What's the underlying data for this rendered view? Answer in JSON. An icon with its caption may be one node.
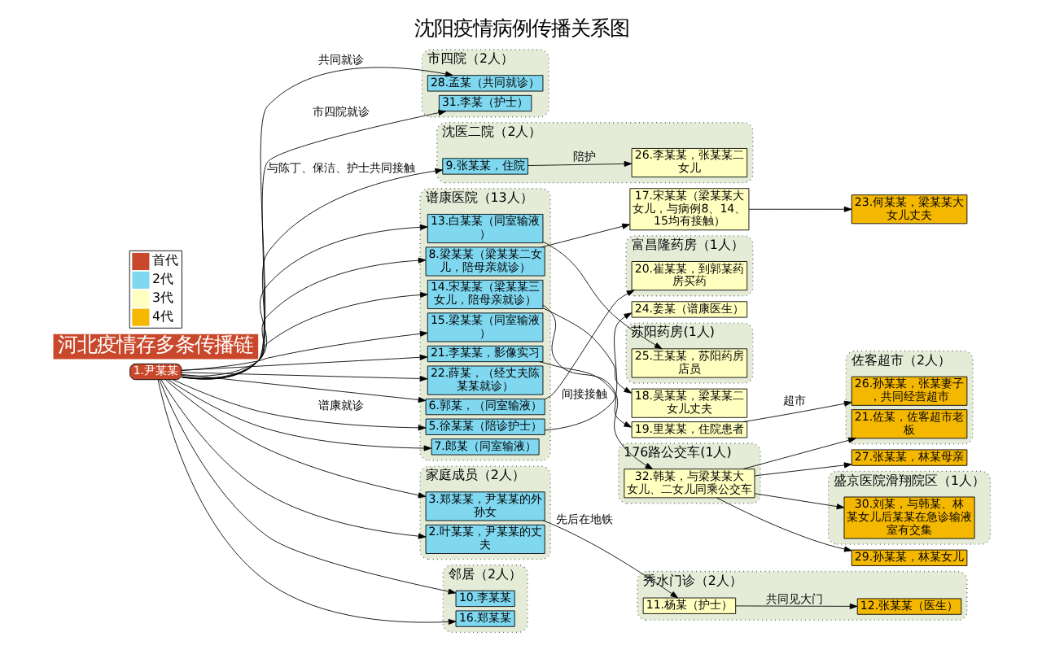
{
  "diagram": {
    "title": "沈阳疫情病例传播关系图",
    "nodes": [
      {
        "text": [
          "市四院（2人）"
        ]
      },
      {
        "text": [
          "28.孟某（共同就诊）"
        ],
        "in": 0
      },
      {
        "text": [
          "31.李某（护士）"
        ],
        "in": 0
      },
      {
        "text": [
          "1.尹某某"
        ]
      },
      {
        "text": [
          "谱康医院（13人）"
        ]
      },
      {
        "text": [
          "5.徐某某（陪诊护士）"
        ],
        "in": 4
      },
      {
        "text": [
          "7.郎某（同室输液）"
        ],
        "in": 4
      },
      {
        "text": [
          "13.白某某（同室输液）"
        ],
        "in": 4
      },
      {
        "text": [
          "8.梁某某（梁某某二女儿，陪母亲就诊）"
        ],
        "in": 4
      },
      {
        "text": [
          "14.宋某某（梁某某三女儿，陪母亲就诊）"
        ],
        "in": 4
      },
      {
        "text": [
          "15.梁某某（同室输液）"
        ],
        "in": 4
      },
      {
        "text": [
          "21.李某某，影像实习"
        ],
        "in": 4
      },
      {
        "text": [
          "22.薛某，（经丈夫陈某某就诊）"
        ],
        "in": 4
      },
      {
        "text": [
          "6.郭某，（同室输液）"
        ],
        "in": 4
      },
      {
        "text": [
          "沈医二院（2人）"
        ]
      },
      {
        "text": [
          "9.张某某，住院"
        ],
        "in": 14
      },
      {
        "text": [
          "26.李某某，张某某二女儿"
        ],
        "in": 14
      },
      {
        "text": [
          "家庭成员（2人）"
        ]
      },
      {
        "text": [
          "3.郑某某，尹某某的外孙女"
        ],
        "in": 17
      },
      {
        "text": [
          "2.叶某某，尹某某的丈夫"
        ],
        "in": 17
      },
      {
        "text": [
          "邻居（2人）"
        ]
      },
      {
        "text": [
          "10.李某某"
        ],
        "in": 20
      },
      {
        "text": [
          "16.郑某某"
        ],
        "in": 20
      },
      {
        "text": [
          "24.姜某（谱康医生）"
        ]
      },
      {
        "text": [
          "17.宋某某（梁某某大女儿，与病例8、14、15均有接触）"
        ]
      },
      {
        "text": [
          "18.吴某某，梁某某二女儿丈夫"
        ]
      },
      {
        "text": [
          "176路公交车(1人)"
        ]
      },
      {
        "text": [
          "32.韩某，与梁某某大女儿、二女儿同乘公交车"
        ],
        "in": 26
      },
      {
        "text": [
          "苏阳药房(1人)"
        ]
      },
      {
        "text": [
          "25.王某某，苏阳药房店员"
        ],
        "in": 28
      },
      {
        "text": [
          "19.里某某，住院患者"
        ]
      },
      {
        "text": [
          "富昌隆药房（1人）"
        ]
      },
      {
        "text": [
          "20.崔某某，到郭某药房买药"
        ],
        "in": 31
      },
      {
        "text": [
          "秀水门诊（2人）"
        ]
      },
      {
        "text": [
          "11.杨某（护士）"
        ],
        "in": 33
      },
      {
        "text": [
          "12.张某某（医生）"
        ],
        "in": 33
      },
      {
        "text": [
          "23.何某某，梁某某大女儿丈夫"
        ]
      },
      {
        "text": [
          "盛京医院滑翔院区（1人）"
        ]
      },
      {
        "text": [
          "30.刘某，与韩某、林某女儿后某某在急诊输液室有交集"
        ],
        "in": 37
      },
      {
        "text": [
          "29.孙某某，林某女儿"
        ]
      },
      {
        "text": [
          "27.张某某，林某母亲"
        ]
      },
      {
        "text": [
          "佐客超市（2人）"
        ]
      },
      {
        "text": [
          "21.佐某，佐客超市老板"
        ],
        "in": 41
      },
      {
        "text": [
          "26.孙某某，张某妻子，共同经营超市"
        ],
        "in": 41
      }
    ],
    "edges": [
      {
        "from": 3,
        "to": 1,
        "arrow": "to",
        "label": "共同就诊"
      },
      {
        "from": 3,
        "to": 2,
        "arrow": "to",
        "label": "市四院就诊"
      },
      {
        "from": 3,
        "to": 5,
        "arrow": "to",
        "label": "谱康就诊"
      },
      {
        "from": 3,
        "to": 6,
        "arrow": "to"
      },
      {
        "from": 3,
        "to": 7,
        "arrow": "to"
      },
      {
        "from": 3,
        "to": 8,
        "arrow": "to"
      },
      {
        "from": 3,
        "to": 9,
        "arrow": "to"
      },
      {
        "from": 3,
        "to": 10,
        "arrow": "to"
      },
      {
        "from": 3,
        "to": 11,
        "arrow": "to"
      },
      {
        "from": 3,
        "to": 12,
        "arrow": "to"
      },
      {
        "from": 3,
        "to": 13,
        "arrow": "to"
      },
      {
        "from": 3,
        "to": 15,
        "arrow": "to",
        "label": "与陈丁、保洁、护士共同接触"
      },
      {
        "from": 15,
        "to": 16,
        "arrow": "to",
        "label": "陪护"
      },
      {
        "from": 3,
        "to": 18,
        "arrow": "to"
      },
      {
        "from": 3,
        "to": 19,
        "arrow": "to"
      },
      {
        "from": 3,
        "to": 21,
        "arrow": "to"
      },
      {
        "from": 3,
        "to": 22,
        "arrow": "to"
      },
      {
        "from": 5,
        "to": 23,
        "arrow": "to",
        "label": "间接接触"
      },
      {
        "from": 8,
        "to": 24,
        "arrow": "to"
      },
      {
        "from": 9,
        "to": 25,
        "arrow": "to"
      },
      {
        "from": 9,
        "to": 27,
        "arrow": "to"
      },
      {
        "from": 24,
        "to": 36,
        "arrow": "to"
      },
      {
        "from": 27,
        "to": 38,
        "arrow": "to"
      },
      {
        "from": 27,
        "to": 39,
        "arrow": "to"
      },
      {
        "from": 27,
        "to": 40,
        "arrow": "to"
      },
      {
        "from": 27,
        "to": 42,
        "arrow": "to"
      },
      {
        "from": 7,
        "to": 29,
        "arrow": "to"
      },
      {
        "from": 11,
        "to": 30,
        "arrow": "to"
      },
      {
        "from": 30,
        "to": 43,
        "arrow": "to",
        "label": "超市"
      },
      {
        "from": 13,
        "to": 32,
        "arrow": "to"
      },
      {
        "from": 18,
        "to": 34,
        "arrow": "to",
        "label": "先后在地铁"
      },
      {
        "from": 34,
        "to": 35,
        "arrow": "to",
        "label": "共同见大门"
      }
    ],
    "labels": [
      "河北疫情存多条传播链"
    ],
    "legend": [
      {
        "text": "首代",
        "color": "#c9482b"
      },
      {
        "text": "2代",
        "color": "#7fd8f0"
      },
      {
        "text": "3代",
        "color": "#ffffc0"
      },
      {
        "text": "4代",
        "color": "#f5b800"
      }
    ]
  }
}
